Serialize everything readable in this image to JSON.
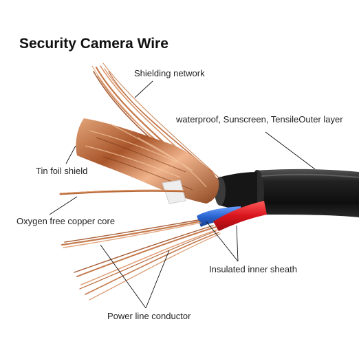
{
  "title": "Security Camera Wire",
  "labels": {
    "shielding": "Shielding network",
    "outer": "waterproof,  Sunscreen,  TensileOuter layer",
    "foil": "Tin foil shield",
    "copper_core": "Oxygen free copper core",
    "inner_sheath": "Insulated inner sheath",
    "power": "Power line conductor"
  },
  "colors": {
    "outer_jacket": "#1a1a1a",
    "copper": "#c87a4a",
    "foil": "#b86a3a",
    "wire_red": "#e01e28",
    "wire_blue": "#2a6fd6",
    "leader": "#000000"
  }
}
